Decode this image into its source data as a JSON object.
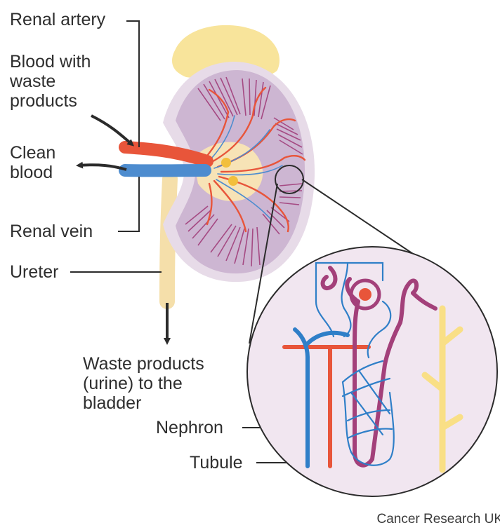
{
  "labels": {
    "renal_artery": "Renal artery",
    "blood_with_waste": "Blood with\nwaste\nproducts",
    "clean_blood": "Clean\nblood",
    "renal_vein": "Renal vein",
    "ureter": "Ureter",
    "waste_to_bladder": "Waste products\n(urine) to the\nbladder",
    "nephron": "Nephron",
    "tubule": "Tubule"
  },
  "credit": "Cancer Research UK",
  "colors": {
    "artery": "#e8553a",
    "vein": "#4d8ccf",
    "kidney_fill": "#d6c4d9",
    "kidney_outer": "#e7dbe8",
    "adrenal": "#f8e49b",
    "ureter": "#f5dfaa",
    "nephron_tube": "#a3407a",
    "capillary": "#2f7fc8",
    "collecting_duct": "#f9df86",
    "label_text": "#2e2e2e"
  }
}
